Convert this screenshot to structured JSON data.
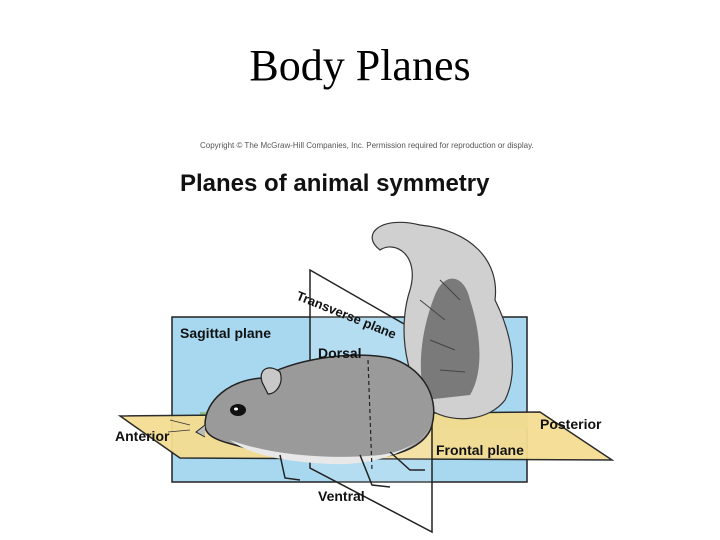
{
  "slide": {
    "title": "Body Planes"
  },
  "figure": {
    "copyright": "Copyright © The McGraw-Hill Companies, Inc. Permission required for reproduction or display.",
    "title": "Planes of animal symmetry",
    "labels": {
      "transverse_plane": "Transverse plane",
      "sagittal_plane": "Sagittal plane",
      "dorsal": "Dorsal",
      "anterior": "Anterior",
      "posterior": "Posterior",
      "frontal_plane": "Frontal plane",
      "ventral": "Ventral"
    },
    "colors": {
      "sagittal": "#a7d8f0",
      "frontal": "#f5dd92",
      "ground": "#8dbf87",
      "outline": "#222222"
    }
  }
}
